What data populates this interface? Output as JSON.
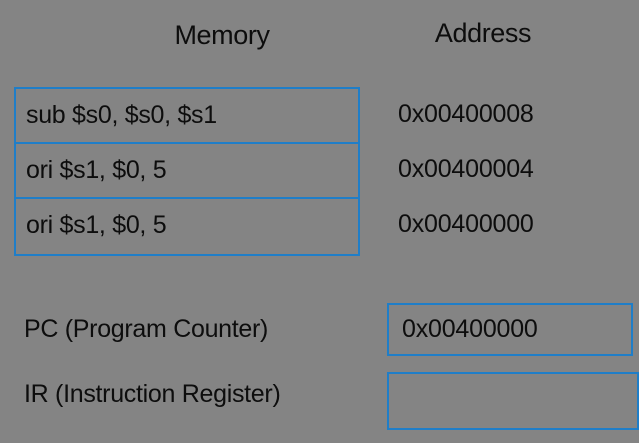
{
  "headers": {
    "memory": "Memory",
    "address": "Address"
  },
  "memory": {
    "rows": [
      {
        "instruction": "sub $s0, $s0, $s1",
        "address": "0x00400008"
      },
      {
        "instruction": "ori $s1, $0, 5",
        "address": "0x00400004"
      },
      {
        "instruction": "ori $s1, $0, 5",
        "address": "0x00400000"
      }
    ]
  },
  "registers": {
    "pc": {
      "label": "PC (Program Counter)",
      "value": "0x00400000"
    },
    "ir": {
      "label": "IR (Instruction Register)",
      "value": ""
    }
  },
  "colors": {
    "background": "#848484",
    "border": "#1f7ec8",
    "text": "#0d0d0d"
  }
}
